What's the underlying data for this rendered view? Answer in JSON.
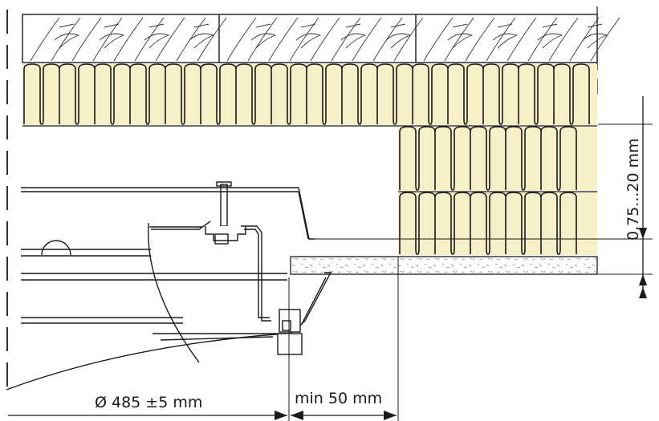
{
  "dimensions": {
    "diameter": "Ø 485 ±5 mm",
    "min_gap": "min 50 mm",
    "insulation": "0,75...20 mm"
  },
  "colors": {
    "insulation_fill": "#f6efc8",
    "line": "#1a1a1a",
    "hatch": "#333333",
    "panel_dots": "#777777"
  }
}
